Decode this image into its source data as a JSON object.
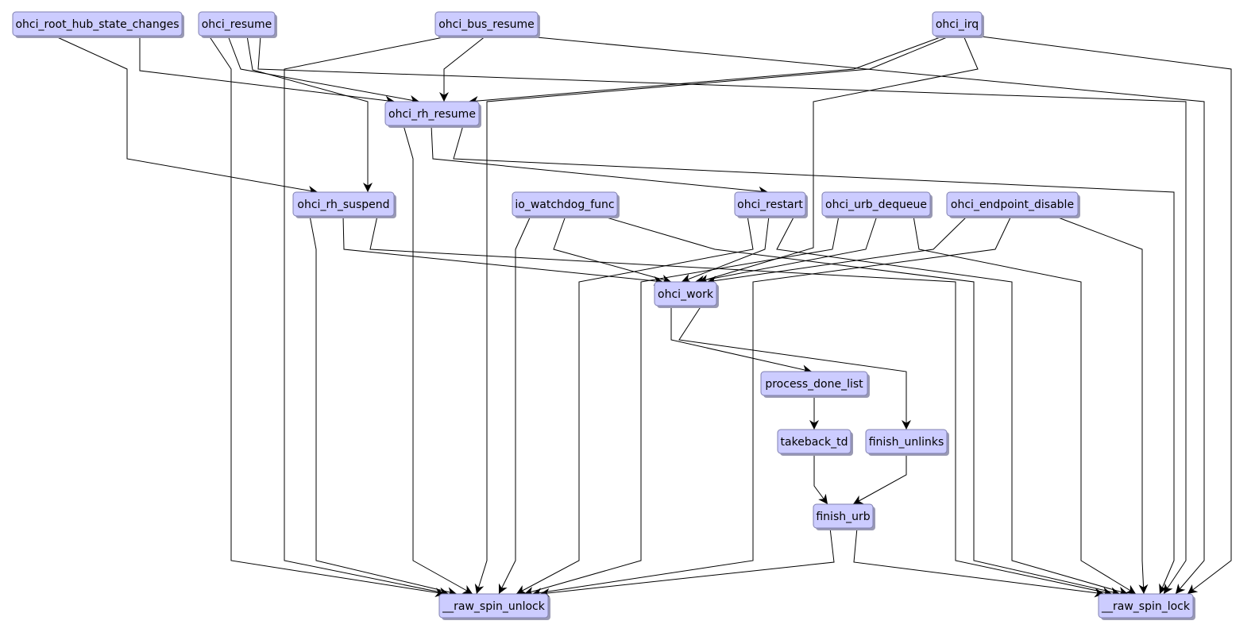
{
  "diagram": {
    "type": "call-graph",
    "node_fill": "#ccccff",
    "edge_color": "#000000",
    "nodes": [
      {
        "id": "ohci_root_hub_state_changes",
        "label": "ohci_root_hub_state_changes"
      },
      {
        "id": "ohci_resume",
        "label": "ohci_resume"
      },
      {
        "id": "ohci_bus_resume",
        "label": "ohci_bus_resume"
      },
      {
        "id": "ohci_irq",
        "label": "ohci_irq"
      },
      {
        "id": "ohci_rh_resume",
        "label": "ohci_rh_resume"
      },
      {
        "id": "ohci_rh_suspend",
        "label": "ohci_rh_suspend"
      },
      {
        "id": "io_watchdog_func",
        "label": "io_watchdog_func"
      },
      {
        "id": "ohci_restart",
        "label": "ohci_restart"
      },
      {
        "id": "ohci_urb_dequeue",
        "label": "ohci_urb_dequeue"
      },
      {
        "id": "ohci_endpoint_disable",
        "label": "ohci_endpoint_disable"
      },
      {
        "id": "ohci_work",
        "label": "ohci_work"
      },
      {
        "id": "process_done_list",
        "label": "process_done_list"
      },
      {
        "id": "takeback_td",
        "label": "takeback_td"
      },
      {
        "id": "finish_unlinks",
        "label": "finish_unlinks"
      },
      {
        "id": "finish_urb",
        "label": "finish_urb"
      },
      {
        "id": "__raw_spin_unlock",
        "label": "__raw_spin_unlock"
      },
      {
        "id": "__raw_spin_lock",
        "label": "__raw_spin_lock"
      }
    ],
    "edges": [
      {
        "from": "ohci_root_hub_state_changes",
        "to": "ohci_rh_suspend"
      },
      {
        "from": "ohci_root_hub_state_changes",
        "to": "ohci_rh_resume"
      },
      {
        "from": "ohci_resume",
        "to": "__raw_spin_unlock"
      },
      {
        "from": "ohci_resume",
        "to": "ohci_rh_resume"
      },
      {
        "from": "ohci_resume",
        "to": "ohci_rh_suspend"
      },
      {
        "from": "ohci_resume",
        "to": "__raw_spin_lock"
      },
      {
        "from": "ohci_bus_resume",
        "to": "__raw_spin_unlock"
      },
      {
        "from": "ohci_bus_resume",
        "to": "ohci_rh_resume"
      },
      {
        "from": "ohci_bus_resume",
        "to": "__raw_spin_lock"
      },
      {
        "from": "ohci_irq",
        "to": "ohci_rh_resume"
      },
      {
        "from": "ohci_irq",
        "to": "__raw_spin_unlock"
      },
      {
        "from": "ohci_irq",
        "to": "ohci_work"
      },
      {
        "from": "ohci_irq",
        "to": "__raw_spin_lock"
      },
      {
        "from": "ohci_rh_resume",
        "to": "__raw_spin_unlock"
      },
      {
        "from": "ohci_rh_resume",
        "to": "ohci_restart"
      },
      {
        "from": "ohci_rh_resume",
        "to": "__raw_spin_lock"
      },
      {
        "from": "ohci_rh_suspend",
        "to": "__raw_spin_unlock"
      },
      {
        "from": "ohci_rh_suspend",
        "to": "ohci_work"
      },
      {
        "from": "ohci_rh_suspend",
        "to": "__raw_spin_lock"
      },
      {
        "from": "io_watchdog_func",
        "to": "__raw_spin_unlock"
      },
      {
        "from": "io_watchdog_func",
        "to": "ohci_work"
      },
      {
        "from": "io_watchdog_func",
        "to": "__raw_spin_lock"
      },
      {
        "from": "ohci_restart",
        "to": "__raw_spin_unlock"
      },
      {
        "from": "ohci_restart",
        "to": "ohci_work"
      },
      {
        "from": "ohci_restart",
        "to": "__raw_spin_lock"
      },
      {
        "from": "ohci_urb_dequeue",
        "to": "__raw_spin_unlock"
      },
      {
        "from": "ohci_urb_dequeue",
        "to": "ohci_work"
      },
      {
        "from": "ohci_urb_dequeue",
        "to": "__raw_spin_lock"
      },
      {
        "from": "ohci_endpoint_disable",
        "to": "__raw_spin_unlock"
      },
      {
        "from": "ohci_endpoint_disable",
        "to": "ohci_work"
      },
      {
        "from": "ohci_endpoint_disable",
        "to": "__raw_spin_lock"
      },
      {
        "from": "ohci_work",
        "to": "process_done_list"
      },
      {
        "from": "ohci_work",
        "to": "finish_unlinks"
      },
      {
        "from": "process_done_list",
        "to": "takeback_td"
      },
      {
        "from": "takeback_td",
        "to": "finish_urb"
      },
      {
        "from": "finish_unlinks",
        "to": "finish_urb"
      },
      {
        "from": "finish_urb",
        "to": "__raw_spin_unlock"
      },
      {
        "from": "finish_urb",
        "to": "__raw_spin_lock"
      }
    ]
  }
}
